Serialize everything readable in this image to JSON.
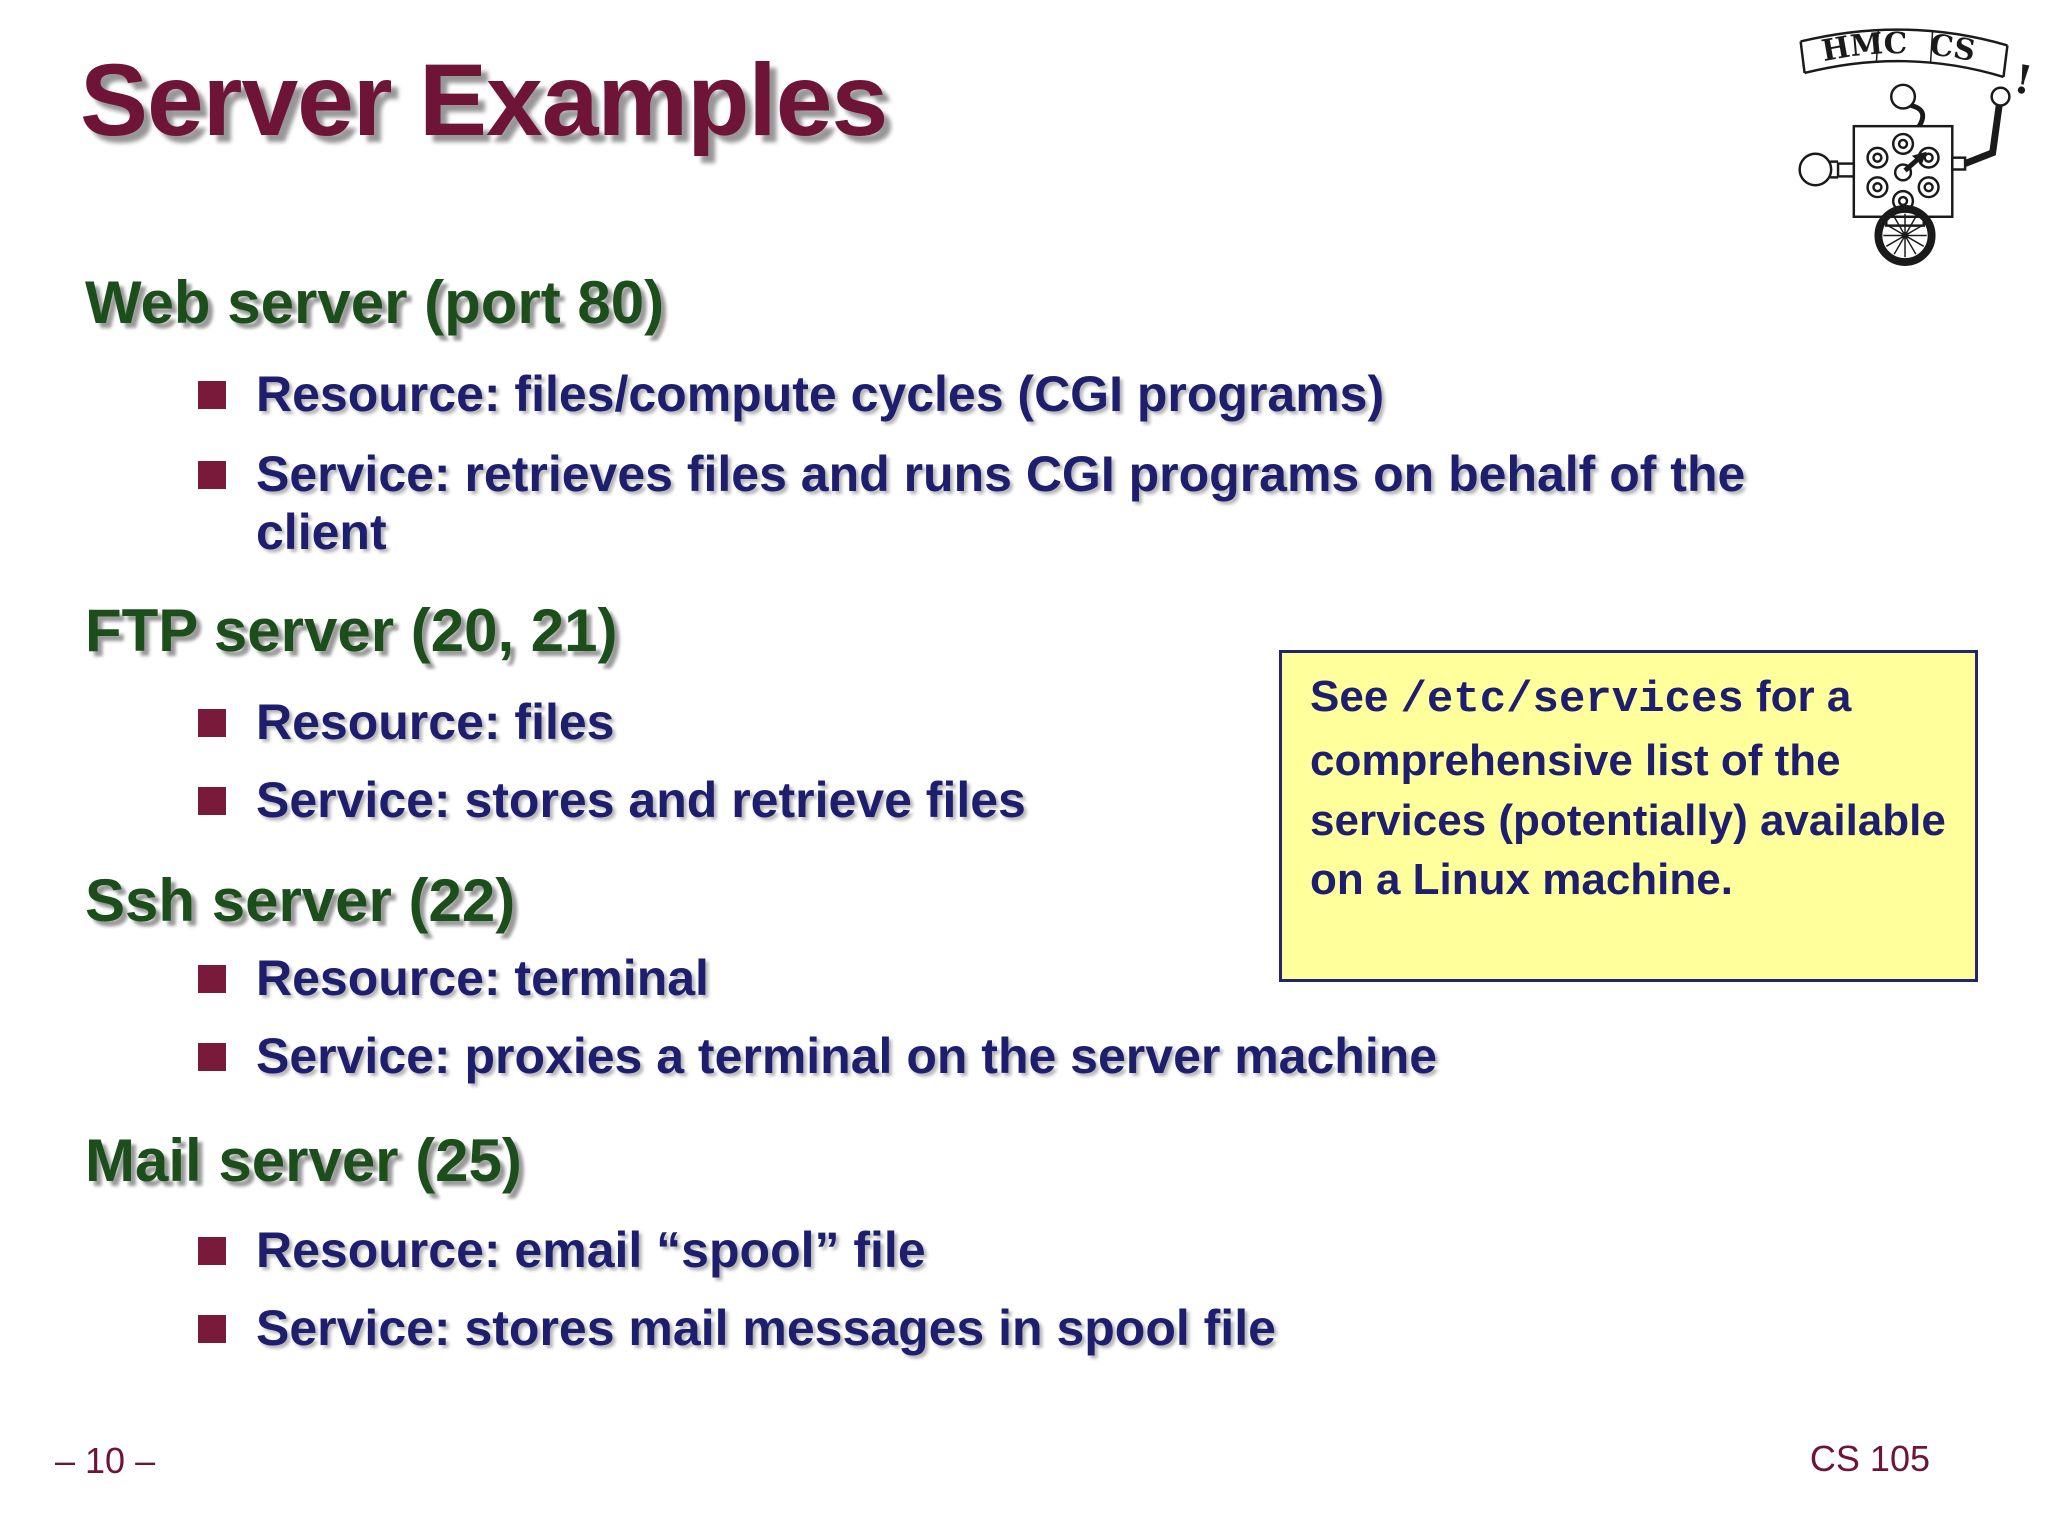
{
  "slide": {
    "title": "Server Examples",
    "page_number": "– 10 –",
    "course": "CS 105"
  },
  "logo": {
    "banner_left": "HMC",
    "banner_right": "CS",
    "exclamation": "!"
  },
  "sections": [
    {
      "heading": "Web server (port 80)",
      "bullets": [
        "Resource: files/compute cycles (CGI programs)",
        "Service: retrieves files and runs CGI programs on behalf of the client"
      ]
    },
    {
      "heading": "FTP server (20, 21)",
      "bullets": [
        "Resource: files",
        "Service: stores and retrieve files"
      ]
    },
    {
      "heading": "Ssh server (22)",
      "bullets": [
        "Resource: terminal",
        "Service: proxies a terminal on the server machine"
      ]
    },
    {
      "heading": "Mail server (25)",
      "bullets": [
        "Resource: email “spool” file",
        "Service: stores mail messages in spool file"
      ]
    }
  ],
  "callout": {
    "prefix": "See ",
    "code": "/etc/services",
    "suffix": " for a comprehensive list of the services (potentially) available on a Linux machine."
  },
  "colors": {
    "title": "#6E1437",
    "heading_green": "#1B4E1B",
    "body_navy": "#1E1E6E",
    "bullet_maroon": "#7A1A3A",
    "callout_bg": "#FFFF9C",
    "callout_border": "#24246A"
  }
}
